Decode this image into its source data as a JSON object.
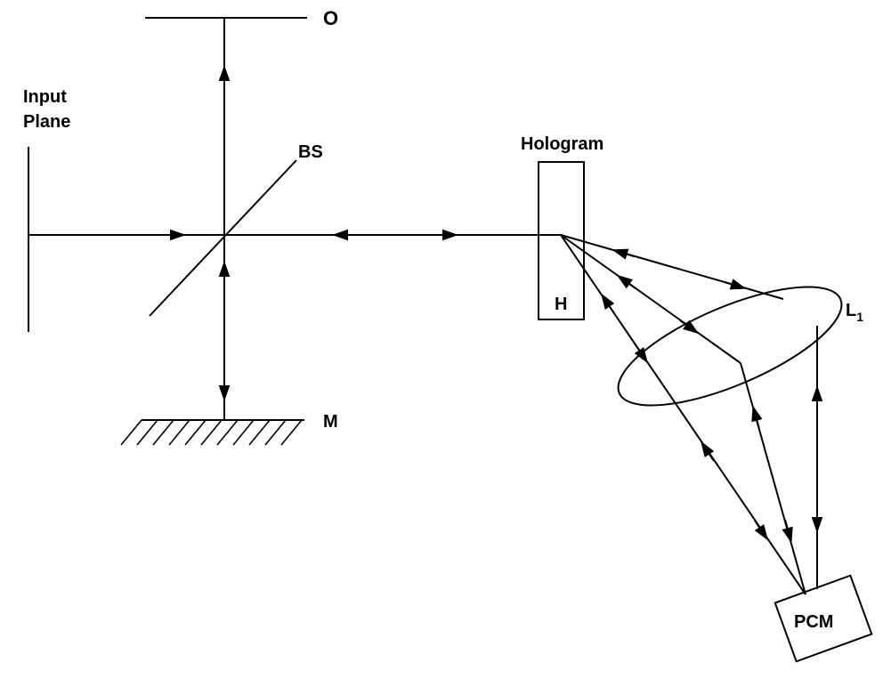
{
  "labels": {
    "output_plane": "O",
    "input_plane_line1": "Input",
    "input_plane_line2": "Plane",
    "beam_splitter": "BS",
    "hologram": "Hologram",
    "hologram_box": "H",
    "lens": "L",
    "lens_subscript": "1",
    "mirror": "M",
    "phase_conjugate_mirror": "PCM"
  },
  "colors": {
    "ink": "#000000",
    "background": "#ffffff"
  }
}
